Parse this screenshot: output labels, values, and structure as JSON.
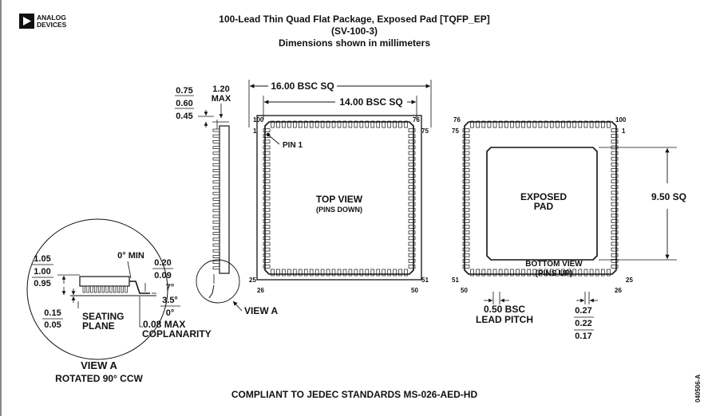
{
  "header": {
    "logo_line1": "ANALOG",
    "logo_line2": "DEVICES",
    "title": "100-Lead Thin Quad Flat Package, Exposed Pad [TQFP_EP]",
    "subtitle": "(SV-100-3)",
    "units_note": "Dimensions shown in millimeters"
  },
  "top_view": {
    "dim_overall": "16.00 BSC SQ",
    "dim_body": "14.00 BSC SQ",
    "label": "TOP VIEW",
    "sublabel": "(PINS DOWN)",
    "pin1_label": "PIN 1",
    "pin_numbers": [
      "100",
      "1",
      "76",
      "75",
      "25",
      "26",
      "50",
      "51"
    ]
  },
  "side_view": {
    "h_nom": "0.75",
    "h_mid": "0.60",
    "h_min": "0.45",
    "max_height": "1.20",
    "max_label": "MAX",
    "view_label": "VIEW A"
  },
  "bottom_view": {
    "label": "BOTTOM VIEW",
    "sublabel": "(PINS UP)",
    "pad_label1": "EXPOSED",
    "pad_label2": "PAD",
    "pad_dim": "9.50 SQ",
    "pin_numbers": [
      "76",
      "100",
      "75",
      "1",
      "51",
      "25",
      "50",
      "26"
    ],
    "pitch": "0.50 BSC",
    "pitch_label": "LEAD PITCH",
    "lead_w_max": "0.27",
    "lead_w_nom": "0.22",
    "lead_w_min": "0.17"
  },
  "view_a": {
    "h_max": "1.05",
    "h_nom": "1.00",
    "h_min": "0.95",
    "standoff_max": "0.15",
    "standoff_min": "0.05",
    "angle_min": "0° MIN",
    "lead_t_max": "0.20",
    "lead_t_min": "0.09",
    "angle_max": "7°",
    "angle_nom": "3.5°",
    "angle_low": "0°",
    "seating1": "SEATING",
    "seating2": "PLANE",
    "coplanarity1": "0.08 MAX",
    "coplanarity2": "COPLANARITY",
    "title": "VIEW A",
    "subtitle": "ROTATED 90° CCW"
  },
  "footer": {
    "compliance": "COMPLIANT TO JEDEC STANDARDS MS-026-AED-HD",
    "doc_code": "040506-A"
  }
}
